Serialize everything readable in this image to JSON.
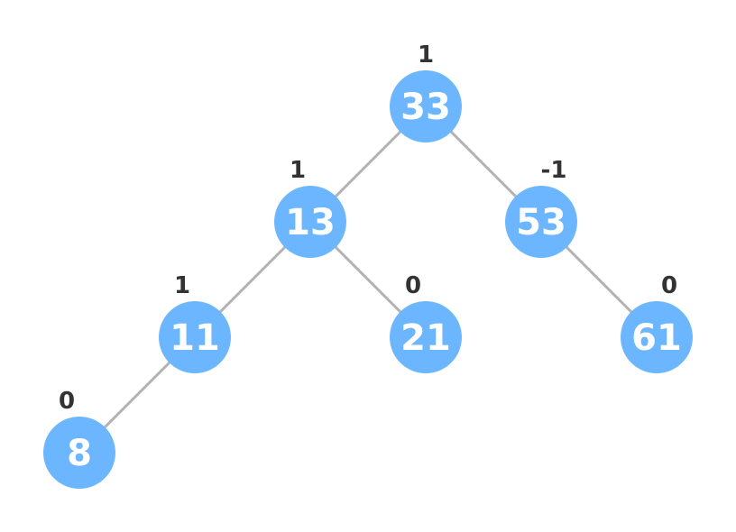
{
  "tree": {
    "colors": {
      "node_fill": "#6cb6ff",
      "node_text": "#ffffff",
      "edge": "#b3b3b3",
      "balance_text": "#333333"
    },
    "nodes": [
      {
        "id": "n33",
        "key": "33",
        "balance": "1"
      },
      {
        "id": "n13",
        "key": "13",
        "balance": "1"
      },
      {
        "id": "n53",
        "key": "53",
        "balance": "-1"
      },
      {
        "id": "n11",
        "key": "11",
        "balance": "1"
      },
      {
        "id": "n21",
        "key": "21",
        "balance": "0"
      },
      {
        "id": "n61",
        "key": "61",
        "balance": "0"
      },
      {
        "id": "n8",
        "key": "8",
        "balance": "0"
      }
    ],
    "edges": [
      {
        "from": "n33",
        "to": "n13"
      },
      {
        "from": "n33",
        "to": "n53"
      },
      {
        "from": "n13",
        "to": "n11"
      },
      {
        "from": "n13",
        "to": "n21"
      },
      {
        "from": "n53",
        "to": "n61"
      },
      {
        "from": "n11",
        "to": "n8"
      }
    ]
  }
}
